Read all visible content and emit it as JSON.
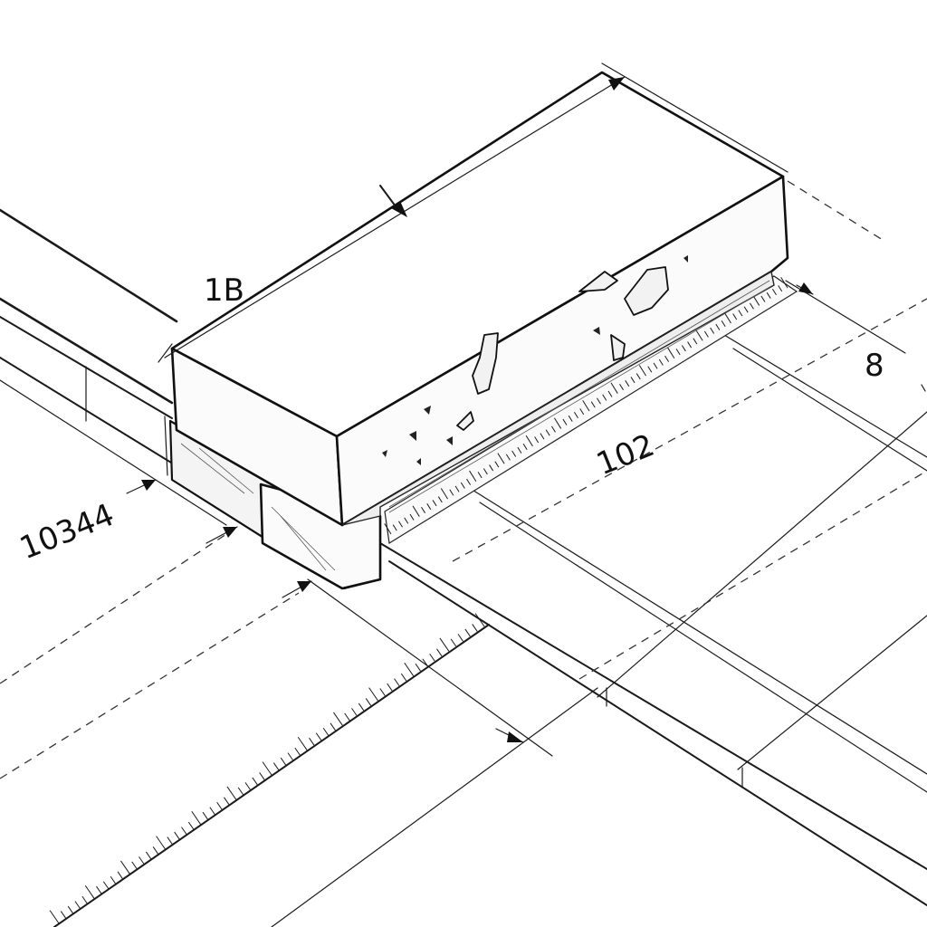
{
  "dimensions": {
    "top_width": "1B",
    "side_height": "8",
    "length_right": "102",
    "length_left": "10344"
  },
  "style": {
    "ink_color": "#111111",
    "paper_color": "#ffffff"
  }
}
